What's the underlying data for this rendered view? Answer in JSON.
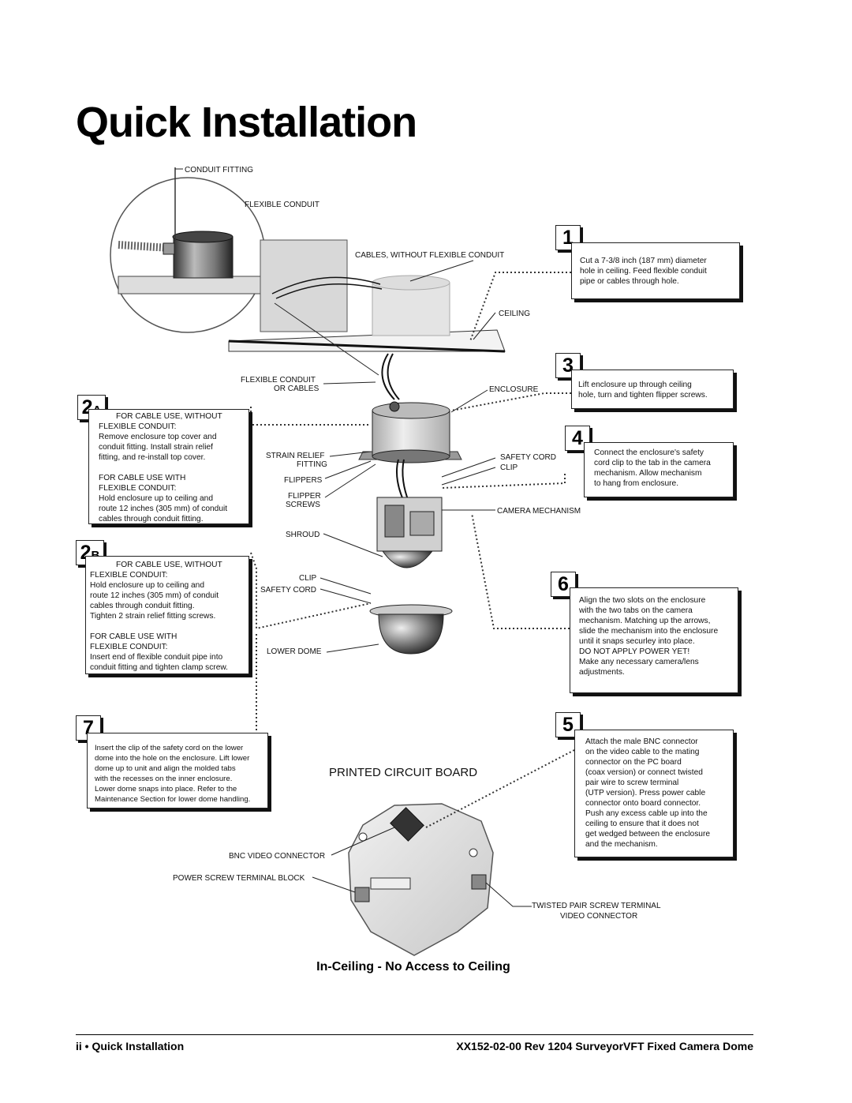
{
  "page": {
    "title": "Quick Installation",
    "caption": "In-Ceiling - No Access to Ceiling",
    "footer_left_page": "ii",
    "footer_bullet": "•",
    "footer_left_section": "Quick Installation",
    "footer_right": "XX152-02-00 Rev 1204 SurveyorVFT Fixed Camera Dome"
  },
  "labels": {
    "conduit_fitting": "CONDUIT FITTING",
    "flexible_conduit": "FLEXIBLE CONDUIT",
    "cables_without": "CABLES, WITHOUT FLEXIBLE CONDUIT",
    "ceiling": "CEILING",
    "flex_or_cables_1": "FLEXIBLE CONDUIT",
    "flex_or_cables_2": "OR CABLES",
    "enclosure": "ENCLOSURE",
    "strain_relief_1": "STRAIN RELIEF",
    "strain_relief_2": "FITTING",
    "safety_cord_top": "SAFETY CORD",
    "clip_top": "CLIP",
    "flippers": "FLIPPERS",
    "flipper_screws_1": "FLIPPER",
    "flipper_screws_2": "SCREWS",
    "camera_mechanism": "CAMERA MECHANISM",
    "shroud": "SHROUD",
    "clip_bottom": "CLIP",
    "safety_cord_bottom": "SAFETY CORD",
    "lower_dome": "LOWER DOME",
    "pcb_title": "PRINTED CIRCUIT BOARD",
    "bnc": "BNC VIDEO CONNECTOR",
    "power_screw": "POWER SCREW TERMINAL BLOCK",
    "twisted_1": "TWISTED PAIR SCREW TERMINAL",
    "twisted_2": "VIDEO CONNECTOR"
  },
  "steps": {
    "s1": {
      "num": "1",
      "lines": [
        "Cut a 7-3/8 inch (187 mm) diameter",
        "hole in ceiling. Feed flexible conduit",
        "pipe or cables through hole."
      ]
    },
    "s3": {
      "num": "3",
      "lines": [
        "Lift enclosure up through ceiling",
        "hole, turn and tighten flipper screws."
      ]
    },
    "s4": {
      "num": "4",
      "lines": [
        "Connect the enclosure's safety",
        "cord clip to the tab in the camera",
        "mechanism. Allow mechanism",
        "to hang from enclosure."
      ]
    },
    "s6": {
      "num": "6",
      "lines": [
        "Align the two slots on the enclosure",
        "with the two tabs on the camera",
        "mechanism. Matching up the arrows,",
        "slide the mechanism into the enclosure",
        "until it snaps securley into place.",
        "DO NOT APPLY POWER YET!",
        "Make any necessary camera/lens",
        "adjustments."
      ]
    },
    "s5": {
      "num": "5",
      "lines": [
        "Attach the male BNC connector",
        "on the video cable to the mating",
        "connector on the PC board",
        "(coax version) or connect twisted",
        "pair wire to screw terminal",
        "(UTP version). Press power cable",
        "connector onto board connector.",
        "Push any excess cable up into the",
        "ceiling to ensure that it does not",
        "get wedged  between the enclosure",
        "and the mechanism."
      ]
    },
    "s7": {
      "num": "7",
      "lines": [
        "Insert the clip of the safety cord on the lower",
        "dome into the hole on the enclosure. Lift lower",
        "dome up to unit and align the molded tabs",
        "with the recesses on the inner enclosure.",
        "Lower dome snaps into place. Refer to the",
        "Maintenance Section for lower dome handling."
      ]
    },
    "s2a": {
      "num": "2",
      "sub": "A",
      "lines": [
        "FOR CABLE USE, WITHOUT",
        "FLEXIBLE CONDUIT:",
        "Remove enclosure top cover and",
        "conduit fitting. Install strain relief",
        "fitting, and re-install top cover.",
        "",
        "FOR CABLE USE WITH",
        "FLEXIBLE CONDUIT:",
        "Hold enclosure up to ceiling and",
        "route 12 inches (305 mm) of conduit",
        "cables through conduit fitting."
      ]
    },
    "s2b": {
      "num": "2",
      "sub": "B",
      "lines": [
        "FOR CABLE USE, WITHOUT",
        "FLEXIBLE CONDUIT:",
        "Hold enclosure up to ceiling and",
        "route 12 inches (305 mm) of conduit",
        "cables through conduit fitting.",
        "Tighten 2 strain relief fitting screws.",
        "",
        "FOR CABLE USE WITH",
        "FLEXIBLE CONDUIT:",
        "Insert end of flexible conduit pipe into",
        "conduit fitting and tighten clamp screw."
      ]
    }
  }
}
